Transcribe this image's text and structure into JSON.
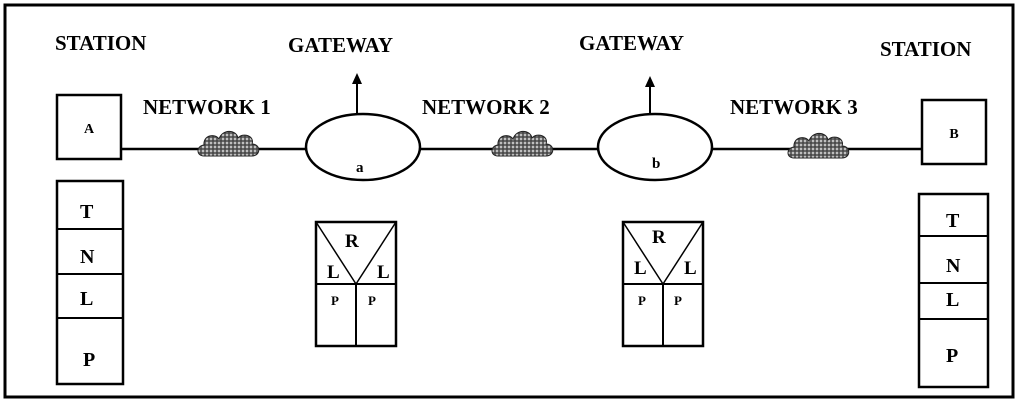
{
  "diagram": {
    "stations": [
      {
        "heading": "STATION",
        "node": "A",
        "layers": [
          "T",
          "N",
          "L",
          "P"
        ]
      },
      {
        "heading": "STATION",
        "node": "B",
        "layers": [
          "T",
          "N",
          "L",
          "P"
        ]
      }
    ],
    "gateways": [
      {
        "heading": "GATEWAY",
        "node": "a",
        "stack": {
          "top": "R",
          "left": "L",
          "right": "L",
          "bottom_left": "P",
          "bottom_right": "P"
        }
      },
      {
        "heading": "GATEWAY",
        "node": "b",
        "stack": {
          "top": "R",
          "left": "L",
          "right": "L",
          "bottom_left": "P",
          "bottom_right": "P"
        }
      }
    ],
    "networks": [
      "NETWORK 1",
      "NETWORK 2",
      "NETWORK 3"
    ]
  },
  "colors": {
    "stroke": "#000000",
    "background": "#ffffff",
    "cloud": "#555555"
  },
  "icons": [
    "cloud-icon",
    "arrow-up-icon"
  ]
}
